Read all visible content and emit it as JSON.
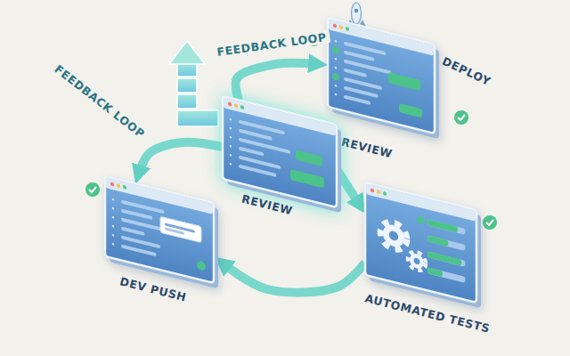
{
  "diagram": {
    "nodes": [
      {
        "text": [
          "DEPLOY",
          "REVIEW"
        ]
      },
      {
        "text": [
          "REVIEW"
        ]
      },
      {
        "text": [
          "DEV PUSH"
        ]
      },
      {
        "text": [
          "AUTOMATED TESTS"
        ]
      }
    ],
    "edges": [
      {
        "from": 1,
        "to": 3,
        "arrow": "to"
      },
      {
        "from": 3,
        "to": 2,
        "arrow": "to"
      },
      {
        "from": 1,
        "to": 0,
        "label": "FEEDBACK LOOP",
        "arrow": "to"
      },
      {
        "from": 1,
        "to": 2,
        "label": "FEEDBACK LOOP",
        "arrow": "to"
      }
    ]
  }
}
